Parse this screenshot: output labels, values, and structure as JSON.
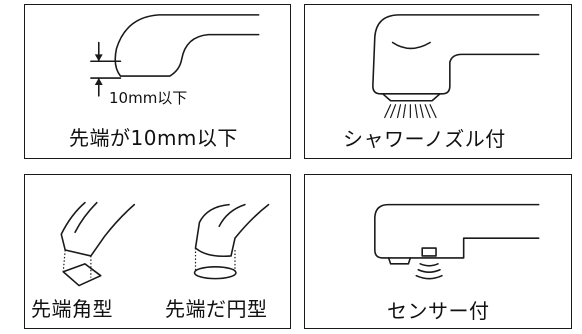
{
  "panels": {
    "tip": {
      "caption": "先端が10mm以下",
      "dimension_label": "10mm以下",
      "icon": "faucet-tip-icon"
    },
    "shower": {
      "caption": "シャワーノズル付",
      "icon": "shower-nozzle-faucet-icon"
    },
    "tip_shapes": {
      "caption_left": "先端角型",
      "caption_right": "先端だ円型",
      "icon_left": "square-tip-faucet-icon",
      "icon_right": "oval-tip-faucet-icon"
    },
    "sensor": {
      "caption": "センサー付",
      "icon": "sensor-faucet-icon"
    }
  }
}
